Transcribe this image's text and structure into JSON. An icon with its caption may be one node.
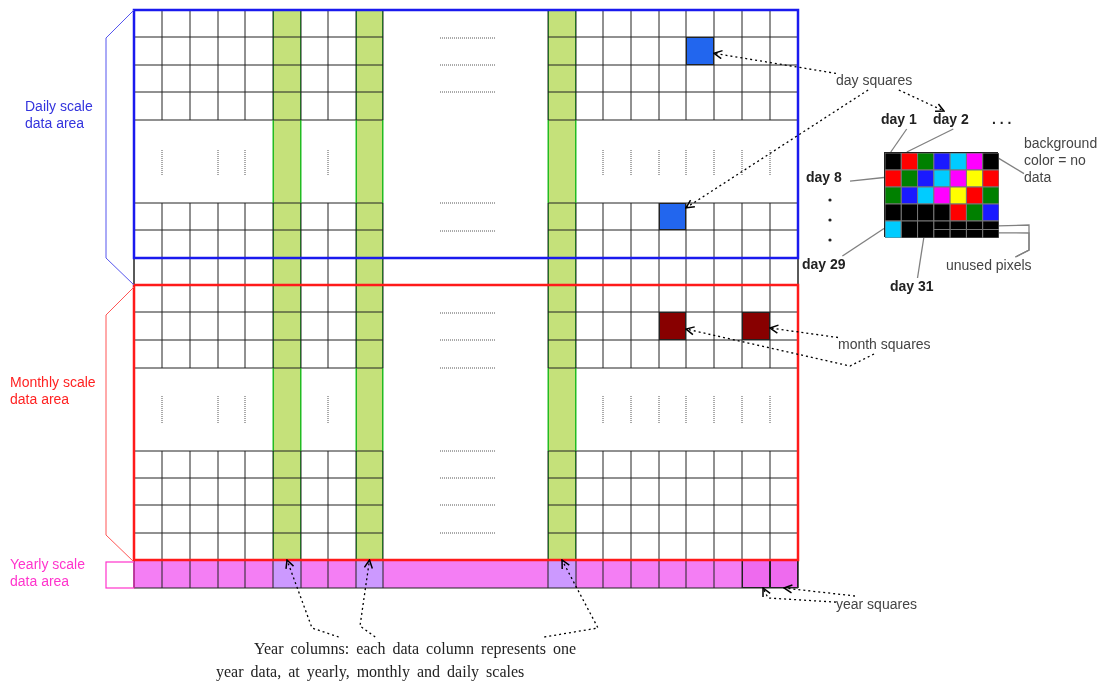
{
  "diagram": {
    "nodes": [
      {
        "text": [
          "day squares"
        ]
      },
      {
        "text": [],
        "shape": "box"
      },
      {
        "text": [],
        "shape": "box"
      },
      {
        "text": [
          "month squares"
        ]
      },
      {
        "text": [],
        "shape": "box"
      },
      {
        "text": [],
        "shape": "box"
      },
      {
        "text": [
          "year squares"
        ]
      },
      {
        "text": [],
        "shape": "box"
      },
      {
        "text": [],
        "shape": "box"
      },
      {
        "text": [
          "Year columns: each data column represents one year data, at yearly, monthly and daily scales"
        ]
      },
      {
        "text": [],
        "shape": "bar"
      },
      {
        "text": [],
        "shape": "bar"
      },
      {
        "text": [],
        "shape": "bar"
      },
      {
        "text": [],
        "shape": "box"
      },
      {
        "text": [
          "day 1"
        ]
      },
      {
        "text": [
          "day 2"
        ]
      },
      {
        "text": [
          "background color = no data"
        ]
      },
      {
        "text": [
          "day 8"
        ]
      },
      {
        "text": [
          "day 29"
        ]
      },
      {
        "text": [
          "unused pixels"
        ]
      },
      {
        "text": [
          "day 31"
        ]
      }
    ],
    "edges": [
      {
        "from": 0,
        "to": 1,
        "arrow": "to",
        "style": "dashed"
      },
      {
        "from": 0,
        "to": 2,
        "arrow": "to",
        "style": "dashed"
      },
      {
        "from": 0,
        "to": 15,
        "arrow": "to",
        "style": "dashed"
      },
      {
        "from": 3,
        "to": 4,
        "arrow": "to",
        "style": "dashed"
      },
      {
        "from": 3,
        "to": 5,
        "arrow": "to",
        "style": "dashed"
      },
      {
        "from": 6,
        "to": 7,
        "arrow": "to",
        "style": "dashed"
      },
      {
        "from": 6,
        "to": 8,
        "arrow": "to",
        "style": "dashed"
      },
      {
        "from": 9,
        "to": 10,
        "arrow": "to",
        "style": "dashed"
      },
      {
        "from": 9,
        "to": 11,
        "arrow": "to",
        "style": "dashed"
      },
      {
        "from": 9,
        "to": 12,
        "arrow": "to",
        "style": "dashed"
      },
      {
        "from": 14,
        "to": 13,
        "arrow": "none",
        "color": "#808080"
      },
      {
        "from": 15,
        "to": 13,
        "arrow": "none",
        "color": "#808080"
      },
      {
        "from": 16,
        "to": 13,
        "arrow": "none",
        "color": "#808080"
      },
      {
        "from": 17,
        "to": 13,
        "arrow": "none",
        "color": "#808080"
      },
      {
        "from": 18,
        "to": 13,
        "arrow": "none",
        "color": "#808080"
      },
      {
        "from": 19,
        "to": 13,
        "arrow": "none",
        "color": "#808080"
      },
      {
        "from": 19,
        "to": 13,
        "arrow": "none",
        "color": "#808080"
      },
      {
        "from": 20,
        "to": 13,
        "arrow": "none",
        "color": "#808080"
      }
    ],
    "labels": [
      "Daily scale data area",
      "Monthly scale data area",
      "Yearly scale data area",
      ". . ."
    ]
  }
}
